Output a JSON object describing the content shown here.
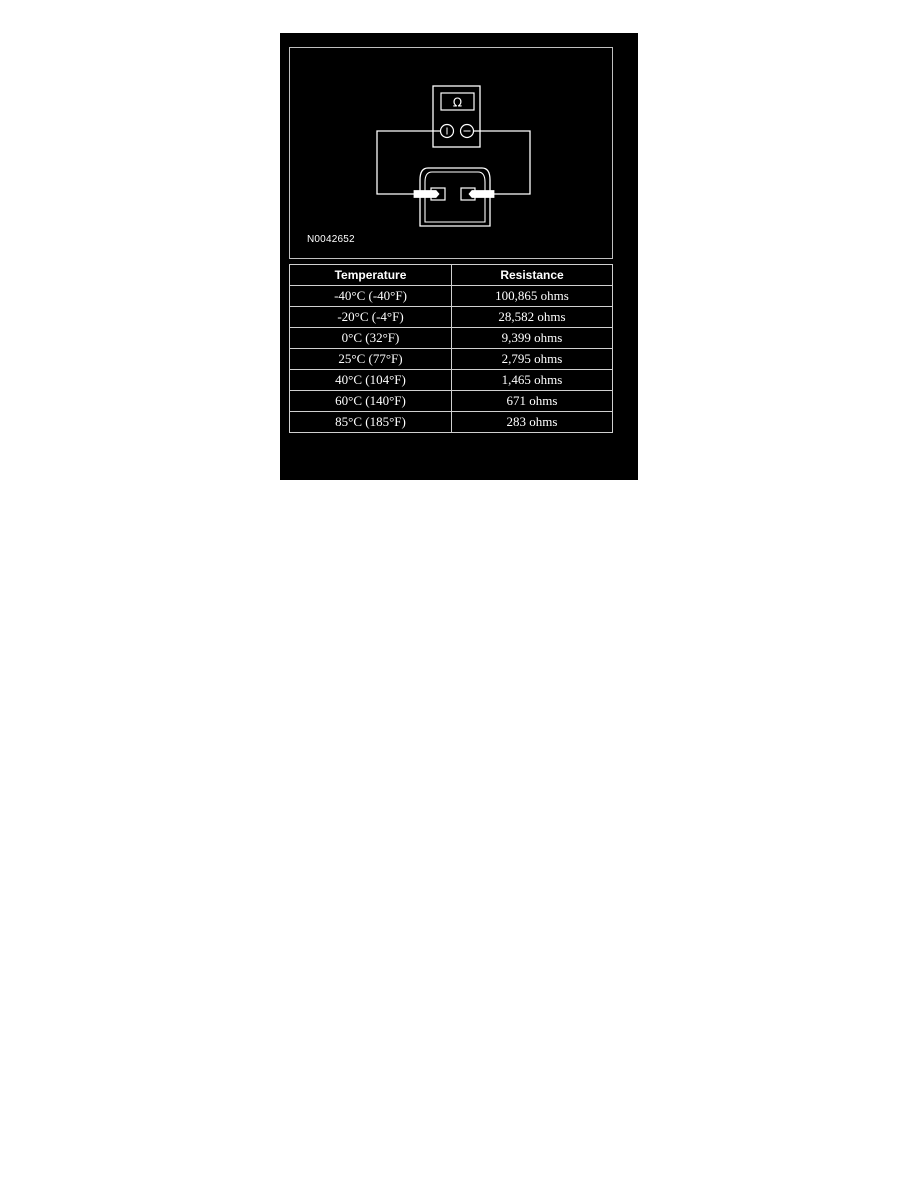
{
  "figure": {
    "id_label": "N0042652",
    "meter_symbol": "Ω",
    "meter_terminals": {
      "positive": "+",
      "negative": "−"
    }
  },
  "table": {
    "headers": [
      "Temperature",
      "Resistance"
    ],
    "rows": [
      [
        "-40°C (-40°F)",
        "100,865 ohms"
      ],
      [
        "-20°C (-4°F)",
        "28,582 ohms"
      ],
      [
        "0°C (32°F)",
        "9,399 ohms"
      ],
      [
        "25°C (77°F)",
        "2,795 ohms"
      ],
      [
        "40°C (104°F)",
        "1,465 ohms"
      ],
      [
        "60°C (140°F)",
        "671 ohms"
      ],
      [
        "85°C (185°F)",
        "283 ohms"
      ]
    ]
  },
  "colors": {
    "background": "#000000",
    "line": "#ffffff",
    "page": "#ffffff"
  }
}
